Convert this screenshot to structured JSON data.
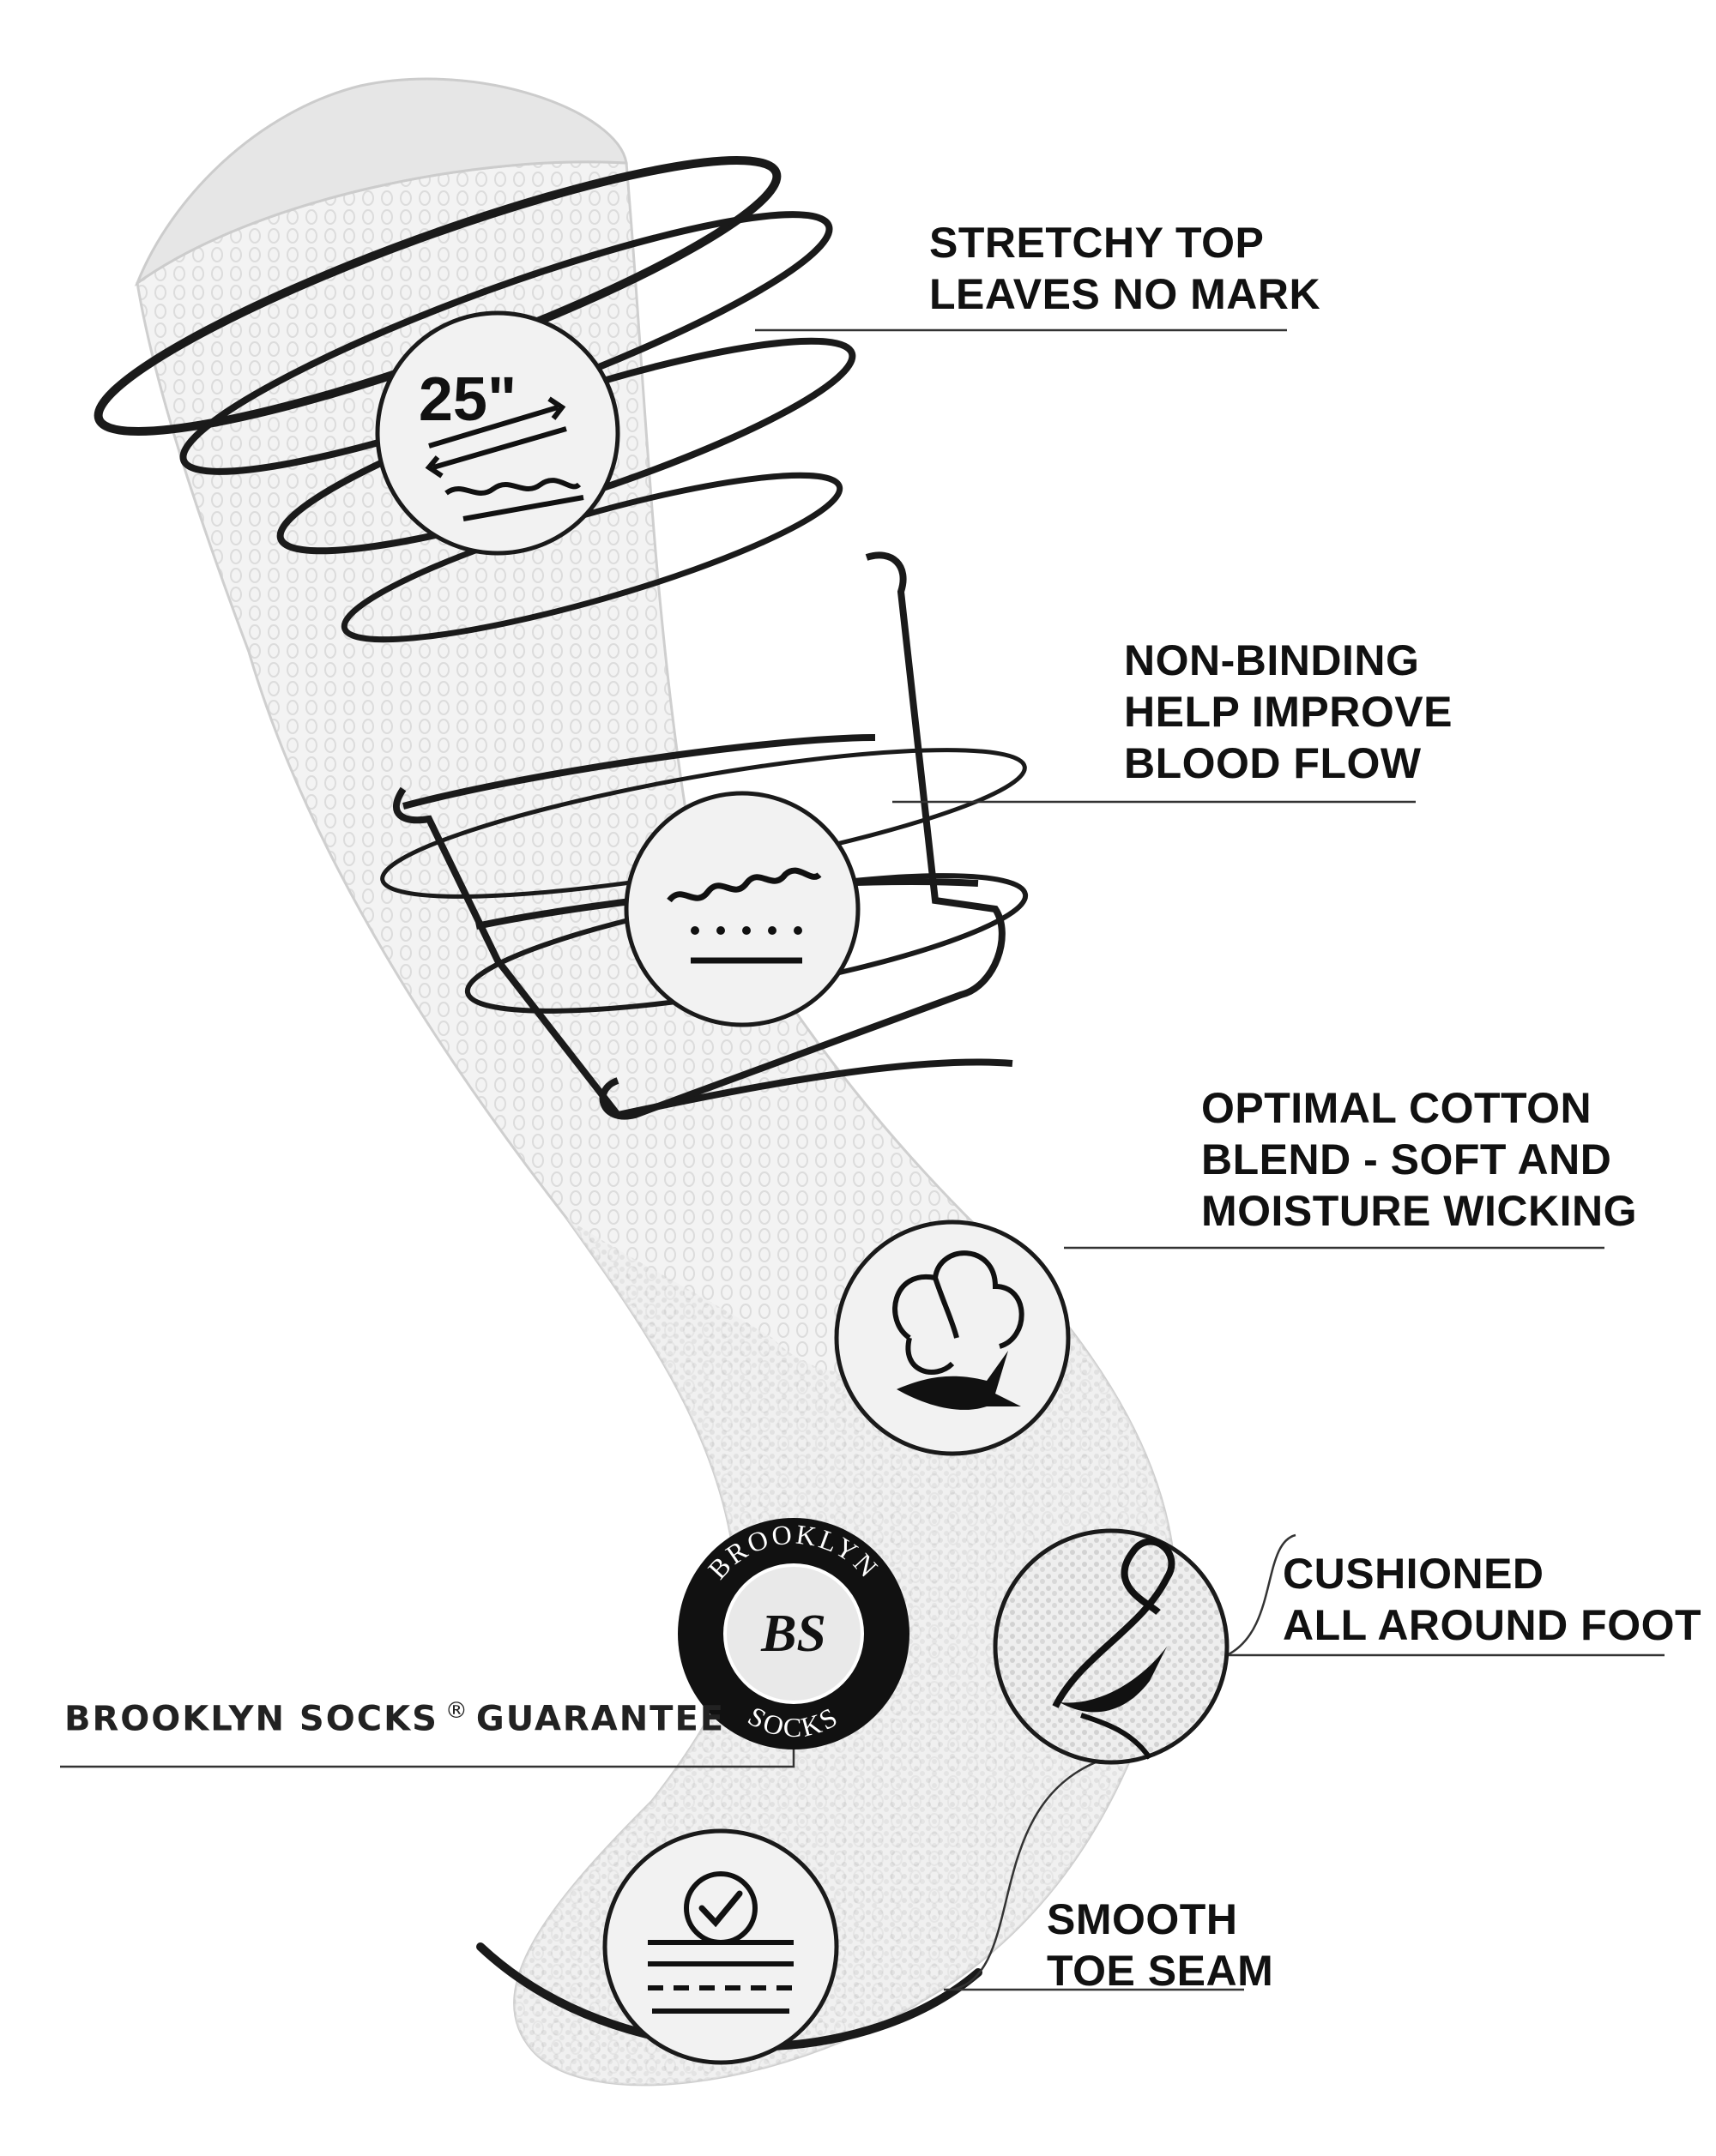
{
  "features": [
    {
      "id": "stretchy-top",
      "lines": [
        "STRETCHY TOP",
        "LEAVES NO MARK"
      ],
      "icon": "stretch-25-inch-icon",
      "icon_text": "25\""
    },
    {
      "id": "non-binding",
      "lines": [
        "NON-BINDING",
        "HELP IMPROVE",
        "BLOOD FLOW"
      ],
      "icon": "non-binding-wave-icon"
    },
    {
      "id": "cotton-blend",
      "lines": [
        "OPTIMAL COTTON",
        "BLEND - SOFT AND",
        "MOISTURE WICKING"
      ],
      "icon": "cotton-flower-icon"
    },
    {
      "id": "cushioned",
      "lines": [
        "CUSHIONED",
        "ALL AROUND FOOT"
      ],
      "icon": "cushion-feather-icon"
    },
    {
      "id": "toe-seam",
      "lines": [
        "SMOOTH",
        "TOE SEAM"
      ],
      "icon": "smooth-seam-check-icon"
    }
  ],
  "guarantee": {
    "brand": "BROOKLYN SOCKS",
    "registered": "®",
    "word": "GUARANTEE"
  },
  "logo": {
    "top_text": "BROOKLYN",
    "bottom_text": "SOCKS",
    "monogram": "BS"
  },
  "colors": {
    "line": "#1a1a1a",
    "sock": "#f2f2f2",
    "logo_bg": "#111111"
  }
}
